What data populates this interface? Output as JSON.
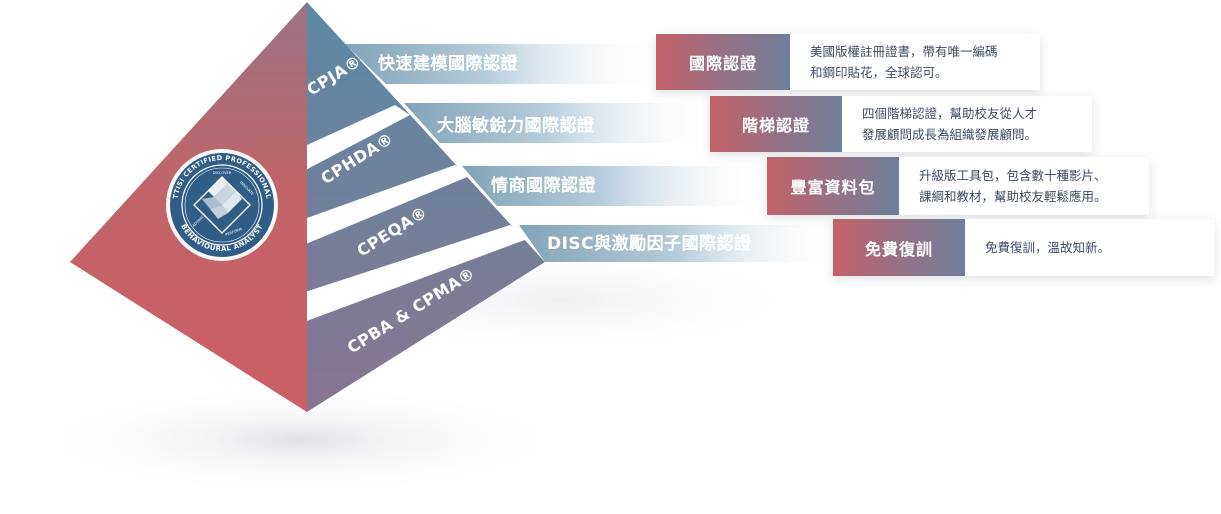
{
  "pyramid": {
    "badge": {
      "ring_text_top": "TTISI CERTIFIED PROFESSIONAL",
      "ring_text_bottom": "BEHAVIOURAL ANALYST",
      "facets": [
        "DISCOVER",
        "ADVANCE",
        "PERFORM",
        "INNOVATE"
      ]
    },
    "levels": [
      {
        "code": "CPJA®",
        "title": "快速建模國際認證"
      },
      {
        "code": "CPHDA®",
        "title": "大腦敏銳力國際認證"
      },
      {
        "code": "CPEQA®",
        "title": "情商國際認證"
      },
      {
        "code": "CPBA & CPMA®",
        "title": "DISC與激勵因子國際認證"
      }
    ]
  },
  "features": [
    {
      "label": "國際認證",
      "lines": [
        "美國版權註冊證書，帶有唯一編碼",
        "和鋼印貼花，全球認可。"
      ]
    },
    {
      "label": "階梯認證",
      "lines": [
        "四個階梯認證，幫助校友從人才",
        "發展顧問成長為組織發展顧問。"
      ]
    },
    {
      "label": "豐富資料包",
      "lines": [
        "升級版工具包，包含數十種影片、",
        "課綱和教材，幫助校友輕鬆應用。"
      ]
    },
    {
      "label": "免費復訓",
      "lines": [
        "免費復訓，溫故知新。"
      ]
    }
  ],
  "colors": {
    "coral": "#c4626a",
    "mauve": "#9a6f82",
    "steel_blue": "#5a8aa6",
    "slate": "#6f7f9c",
    "badge_navy": "#2f5d86"
  }
}
